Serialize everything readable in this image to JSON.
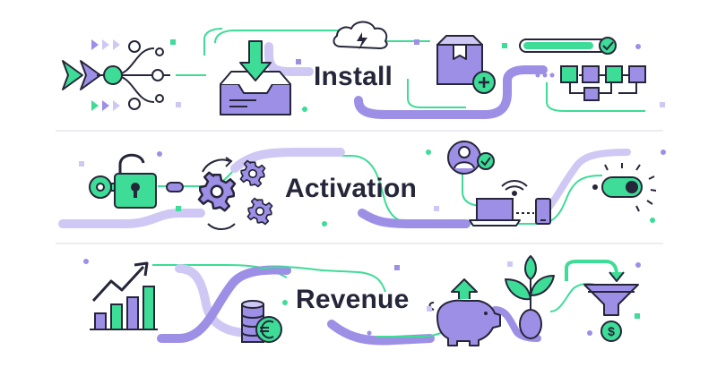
{
  "stages": [
    {
      "label": "Install"
    },
    {
      "label": "Activation"
    },
    {
      "label": "Revenue"
    }
  ],
  "icons": {
    "install": [
      "arrow-chevrons-icon",
      "branch-nodes-icon",
      "download-tray-icon",
      "cloud-lightning-icon",
      "package-plus-icon",
      "progress-bar-check-icon",
      "flowchart-icon"
    ],
    "activation": [
      "key-icon",
      "unlocked-padlock-icon",
      "gears-icon",
      "user-check-icon",
      "laptop-icon",
      "wifi-icon",
      "smartphone-icon",
      "toggle-switch-icon"
    ],
    "revenue": [
      "growth-bar-chart-icon",
      "coin-stack-icon",
      "euro-coin-icon",
      "piggy-bank-icon",
      "sprouting-plant-icon",
      "funnel-dollar-icon"
    ]
  },
  "colors": {
    "green": "#3ddc97",
    "green_outline": "#1f8a5f",
    "purple": "#9d8fe6",
    "purple_light": "#cfc8f4",
    "navy": "#26263a",
    "divider": "#e6e6ee"
  }
}
